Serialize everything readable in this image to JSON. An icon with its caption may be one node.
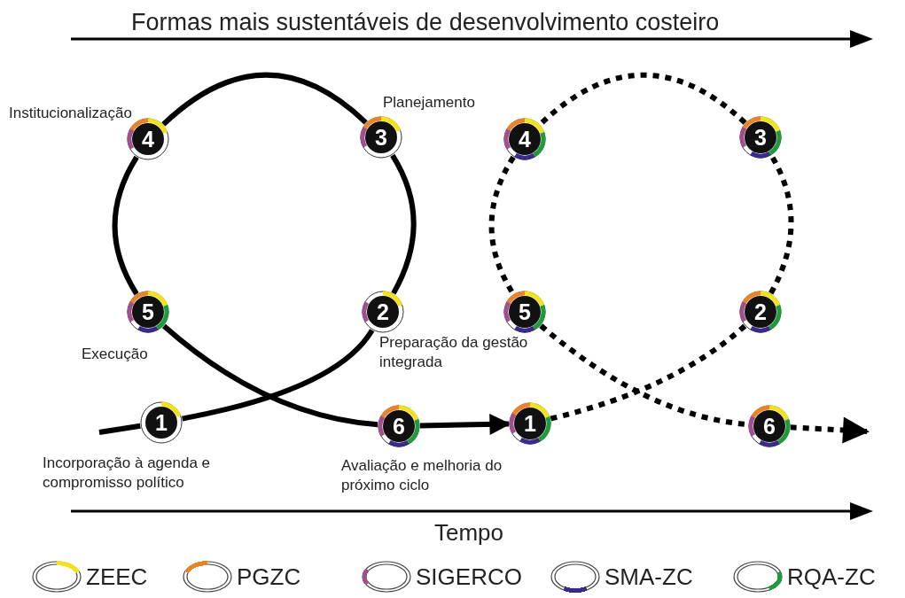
{
  "diagram": {
    "nodes": [
      {
        "text": [
          "1"
        ],
        "beside": [
          "Incorporação à agenda e compromisso político"
        ]
      },
      {
        "text": [
          "2"
        ],
        "beside": [
          "Preparação da gestão integrada"
        ]
      },
      {
        "text": [
          "3"
        ],
        "beside": [
          "Planejamento"
        ]
      },
      {
        "text": [
          "4"
        ],
        "beside": [
          "Institucionalização"
        ]
      },
      {
        "text": [
          "5"
        ],
        "beside": [
          "Execução"
        ]
      },
      {
        "text": [
          "6"
        ],
        "beside": [
          "Avaliação e melhoria do próximo ciclo"
        ]
      },
      {
        "text": [
          "1"
        ]
      },
      {
        "text": [
          "2"
        ]
      },
      {
        "text": [
          "3"
        ]
      },
      {
        "text": [
          "4"
        ]
      },
      {
        "text": [
          "5"
        ]
      },
      {
        "text": [
          "6"
        ]
      }
    ],
    "edges": [
      {
        "from": null,
        "to": 0,
        "arrow": "none"
      },
      {
        "from": 0,
        "to": 1,
        "arrow": "none"
      },
      {
        "from": 1,
        "to": 2,
        "arrow": "none"
      },
      {
        "from": 2,
        "to": 3,
        "arrow": "none"
      },
      {
        "from": 3,
        "to": 4,
        "arrow": "none"
      },
      {
        "from": 4,
        "to": 5,
        "arrow": "none"
      },
      {
        "from": 5,
        "to": 6,
        "arrow": "to"
      },
      {
        "from": 6,
        "to": 7,
        "arrow": "none",
        "style": "dashed"
      },
      {
        "from": 7,
        "to": 8,
        "arrow": "none",
        "style": "dashed"
      },
      {
        "from": 8,
        "to": 9,
        "arrow": "none",
        "style": "dashed"
      },
      {
        "from": 9,
        "to": 10,
        "arrow": "none",
        "style": "dashed"
      },
      {
        "from": 10,
        "to": 11,
        "arrow": "none",
        "style": "dashed"
      },
      {
        "from": 11,
        "to": null,
        "arrow": "to",
        "style": "dashed"
      }
    ],
    "labels": [
      "Formas mais sustentáveis de desenvolvimento costeiro",
      "Tempo"
    ],
    "legend": [
      {
        "text": "ZEEC",
        "color": "#f2e21c"
      },
      {
        "text": "PGZC",
        "color": "#e8832a"
      },
      {
        "text": "SIGERCO",
        "color": "#a0508f"
      },
      {
        "text": "SMA-ZC",
        "color": "#3a2a8a"
      },
      {
        "text": "RQA-ZC",
        "color": "#1f9a3c"
      }
    ]
  }
}
